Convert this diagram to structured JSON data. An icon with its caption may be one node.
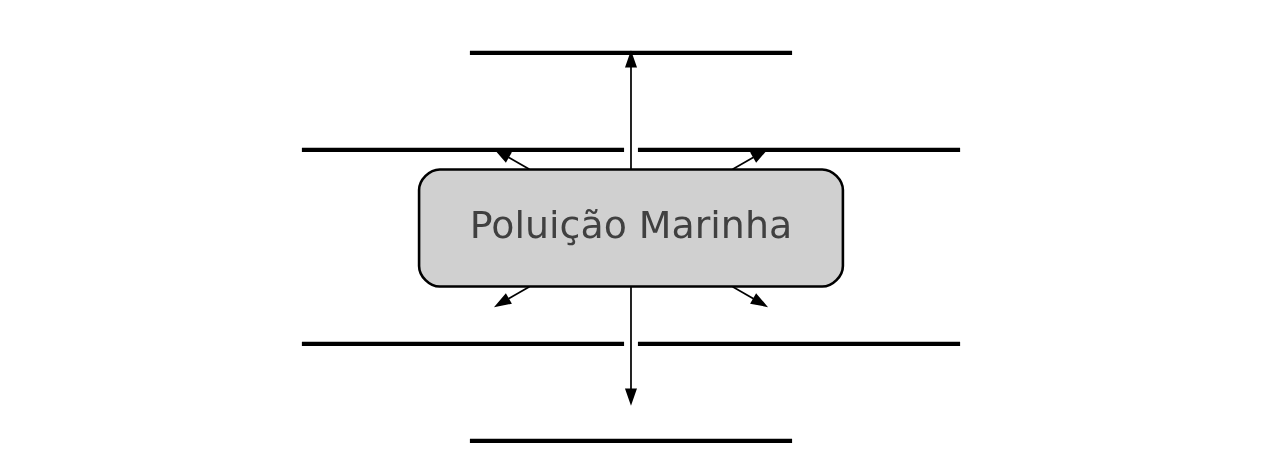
{
  "diagram": {
    "nodes": [
      {
        "text": [],
        "shape": "line"
      },
      {
        "text": [],
        "shape": "line"
      },
      {
        "text": [],
        "shape": "line"
      },
      {
        "text": [
          "Poluição Marinha"
        ]
      },
      {
        "text": [],
        "shape": "line"
      },
      {
        "text": [],
        "shape": "line"
      },
      {
        "text": [],
        "shape": "line"
      }
    ],
    "edges": [
      {
        "from": 3,
        "to": 0,
        "arrow": "to"
      },
      {
        "from": 3,
        "to": 1,
        "arrow": "to"
      },
      {
        "from": 3,
        "to": 2,
        "arrow": "to"
      },
      {
        "from": 3,
        "to": 4,
        "arrow": "to"
      },
      {
        "from": 3,
        "to": 5,
        "arrow": "to"
      },
      {
        "from": 3,
        "to": 6,
        "arrow": "to"
      }
    ]
  }
}
